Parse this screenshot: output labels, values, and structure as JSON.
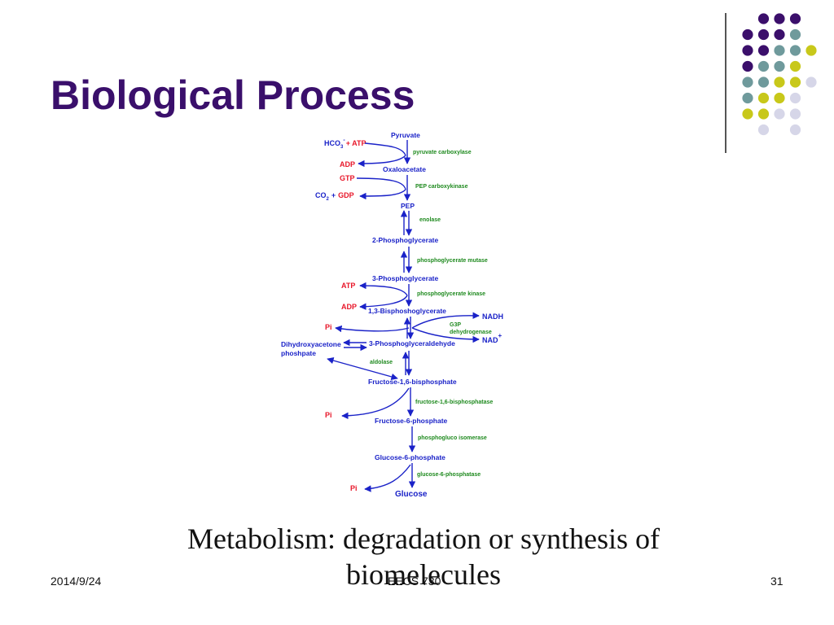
{
  "slide": {
    "title": "Biological Process",
    "caption": "Metabolism: degradation or synthesis of biomelecules",
    "footer_date": "2014/9/24",
    "footer_course": "EECS 730",
    "page_number": "31"
  },
  "decoration": {
    "dot_colors": {
      "purple": "#3b0f6b",
      "teal": "#6f9a9c",
      "yellow": "#c8c81a",
      "lavender": "#d6d6e8"
    },
    "dot_rows": [
      [
        "empty",
        "purple",
        "purple",
        "purple",
        "empty"
      ],
      [
        "purple",
        "purple",
        "purple",
        "teal",
        "empty"
      ],
      [
        "purple",
        "purple",
        "teal",
        "teal",
        "yellow"
      ],
      [
        "purple",
        "teal",
        "teal",
        "yellow",
        "empty"
      ],
      [
        "teal",
        "teal",
        "yellow",
        "yellow",
        "lavender"
      ],
      [
        "teal",
        "yellow",
        "yellow",
        "lavender",
        "empty"
      ],
      [
        "yellow",
        "yellow",
        "lavender",
        "lavender",
        "empty"
      ],
      [
        "empty",
        "lavender",
        "empty",
        "lavender",
        "empty"
      ]
    ]
  },
  "pathway": {
    "metabolites": {
      "pyruvate": "Pyruvate",
      "oxaloacetate": "Oxaloacetate",
      "pep": "PEP",
      "pg2": "2-Phosphoglycerate",
      "pg3": "3-Phosphoglycerate",
      "bpg": "1,3-Bisphoshoglycerate",
      "g3p": "3-Phosphoglyceraldehyde",
      "dhap": "Dihydroxyacetone phoshpate",
      "f16bp": "Fructose-1,6-bisphosphate",
      "f6p": "Fructose-6-phosphate",
      "g6p": "Glucose-6-phosphate",
      "glucose": "Glucose"
    },
    "enzymes": {
      "pyruvate_carboxylase": "pyruvate carboxylase",
      "pep_carboxykinase": "PEP carboxykinase",
      "enolase": "enolase",
      "pg_mutase": "phosphoglycerate mutase",
      "pg_kinase": "phosphoglycerate kinase",
      "g3p_dh": "G3P dehydrogenase",
      "aldolase": "aldolase",
      "fbpase": "fructose-1,6-bisphosphatase",
      "pgi": "phosphogluco isomerase",
      "g6pase": "glucose-6-phosphatase"
    },
    "cofactors": {
      "hco3": "HCO",
      "hco3_sub": "3",
      "hco3_sup": "-",
      "plus_atp": "+ ATP",
      "adp": "ADP",
      "gtp": "GTP",
      "co2": "CO",
      "co2_sub": "2",
      "plus": "+",
      "gdp": "GDP",
      "atp": "ATP",
      "adp2": "ADP",
      "nadh": "NADH",
      "nad": "NAD",
      "nad_sup": "+",
      "pi1": "Pi",
      "pi2": "Pi",
      "pi3": "Pi"
    }
  }
}
